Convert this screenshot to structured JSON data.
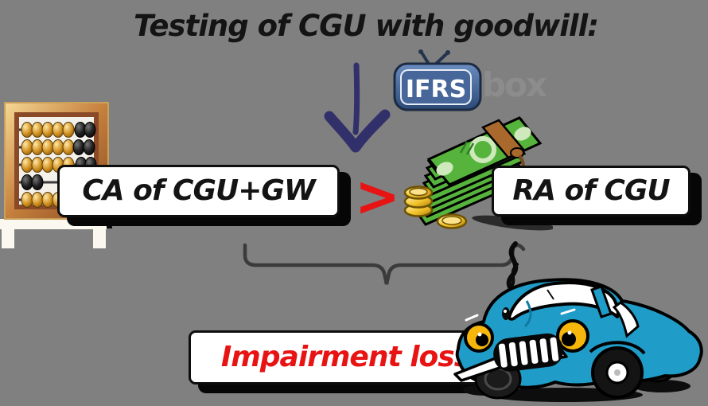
{
  "title": "Testing of CGU with goodwill:",
  "logo": {
    "tv_label": "IFRS",
    "suffix_label": "box"
  },
  "flow": {
    "left_box_label": "CA of CGU+GW",
    "operator": ">",
    "right_box_label": "RA of CGU",
    "result_box_label": "Impairment loss"
  },
  "icons": {
    "down_arrow_icon": "↓",
    "tv_icon": "📺",
    "abacus_icon": "🧮",
    "banknotes_icon": "💵",
    "coins_icon": "🪙",
    "brace_icon": "⏟",
    "smoke_squiggle_icon": "〰",
    "car_icon": "🚗"
  },
  "colors": {
    "background": "#808080",
    "ink": "#141414",
    "accent_red": "#e81313",
    "arrow_navy": "#32306b",
    "logo_blue": "#3a5a8c",
    "logo_gray": "#8c8c8c",
    "money_green": "#56b43d",
    "coin_gold": "#f2c229",
    "car_blue": "#1f9cc7",
    "box_white": "#ffffff"
  }
}
